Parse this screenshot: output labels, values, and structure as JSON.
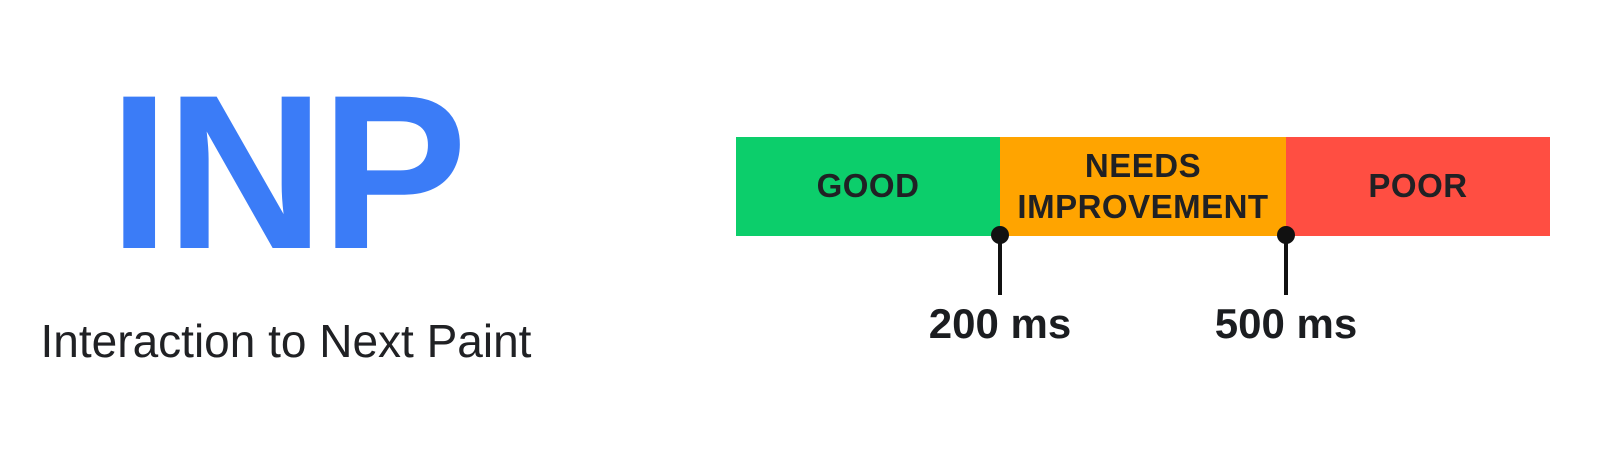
{
  "metric": {
    "abbr": "INP",
    "abbr_color": "#3b7cf7",
    "name": "Interaction to Next Paint",
    "name_color": "#202124"
  },
  "scale": {
    "segments": [
      {
        "id": "good",
        "label": "GOOD",
        "color": "#0cce6b"
      },
      {
        "id": "needs-improvement",
        "label": "NEEDS IMPROVEMENT",
        "color": "#ffa400"
      },
      {
        "id": "poor",
        "label": "POOR",
        "color": "#ff4e42"
      }
    ],
    "segment_label_color": "#202124",
    "marker_color": "#111111",
    "thresholds": [
      {
        "label": "200 ms",
        "value": 200,
        "unit": "ms"
      },
      {
        "label": "500 ms",
        "value": 500,
        "unit": "ms"
      }
    ]
  }
}
